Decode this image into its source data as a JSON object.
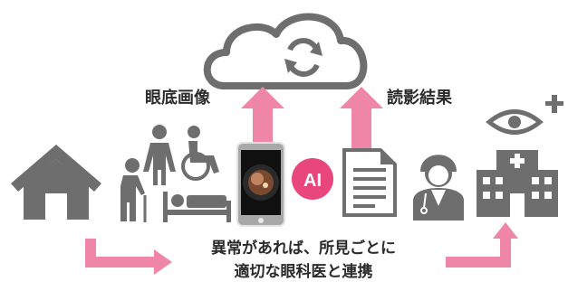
{
  "labels": {
    "fundus_images": "眼底画像",
    "reading_results": "読影結果",
    "ai": "AI"
  },
  "message": {
    "line1": "異常があれば、所見ごとに",
    "line2": "適切な眼科医と連携"
  },
  "icons": [
    "cloud-sync-icon",
    "house-icon",
    "elderly-cane-icon",
    "standing-person-icon",
    "wheelchair-icon",
    "bedridden-icon",
    "smartphone-fundus-icon",
    "ai-badge-icon",
    "document-icon",
    "doctor-icon",
    "hospital-icon",
    "eye-plus-icon"
  ],
  "colors": {
    "gray": "#6e6e6e",
    "pink": "#ef86a8",
    "ai_pink": "#e8467c",
    "text": "#2b2b2b"
  }
}
